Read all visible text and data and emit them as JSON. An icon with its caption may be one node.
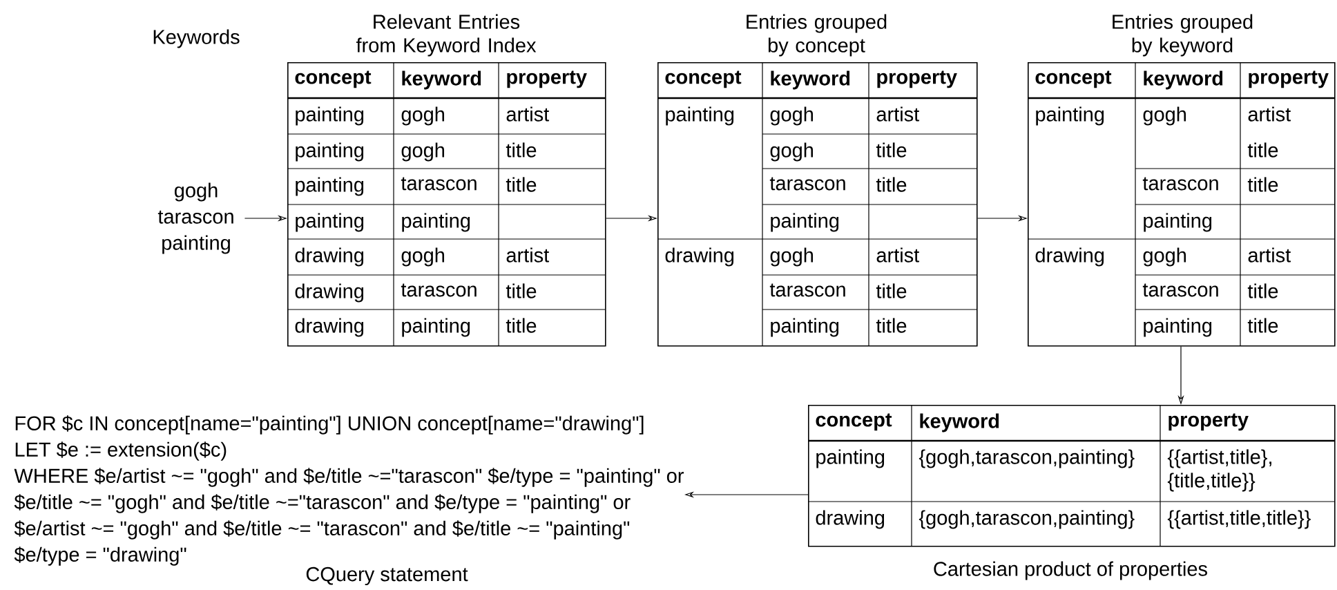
{
  "diagram": {
    "nodes": [
      {
        "text": [
          "Keywords",
          "gogh tarascon painting"
        ]
      },
      {
        "text": [
          "Relevant Entries from Keyword Index",
          "concept",
          "keyword",
          "property",
          "painting",
          "gogh",
          "artist",
          "painting",
          "gogh",
          "title",
          "painting",
          "tarascon",
          "title",
          "painting",
          "painting",
          "drawing",
          "gogh",
          "artist",
          "drawing",
          "tarascon",
          "title",
          "drawing",
          "painting",
          "title"
        ]
      },
      {
        "text": [
          "Entries grouped by concept",
          "concept",
          "keyword",
          "property",
          "painting",
          "gogh",
          "artist",
          "gogh",
          "title",
          "tarascon",
          "title",
          "painting",
          "drawing",
          "gogh",
          "artist",
          "tarascon",
          "title",
          "painting",
          "title"
        ]
      },
      {
        "text": [
          "Entries grouped by keyword",
          "concept",
          "keyword",
          "property",
          "painting",
          "gogh",
          "artist",
          "title",
          "tarascon",
          "title",
          "painting",
          "drawing",
          "gogh",
          "artist",
          "tarascon",
          "title",
          "painting",
          "title"
        ]
      },
      {
        "text": [
          "concept",
          "keyword",
          "property",
          "painting",
          "{gogh,tarascon,painting}",
          "{{artist,title}, {title,title}}",
          "drawing",
          "{gogh,tarascon,painting}",
          "{{artist,title,title}}",
          "Cartesian product of properties"
        ]
      },
      {
        "text": [
          "FOR $c IN concept[name=\"painting\"] UNION concept[name=\"drawing\"]",
          "LET $e := extension($c)",
          "WHERE $e/artist ~= \"gogh\" and $e/title ~=\"tarascon\" $e/type = \"painting\" or",
          "$e/title ~= \"gogh\" and $e/title ~=\"tarascon\"  and $e/type = \"painting\" or",
          "$e/artist ~= \"gogh\" and $e/title ~= \"tarascon\" and $e/title ~= \"painting\"",
          "$e/type = \"drawing\"",
          "CQuery statement"
        ]
      }
    ],
    "edges": [
      {
        "from": 0,
        "to": 1,
        "arrow": "to"
      },
      {
        "from": 1,
        "to": 2,
        "arrow": "to"
      },
      {
        "from": 2,
        "to": 3,
        "arrow": "to"
      },
      {
        "from": 3,
        "to": 4,
        "arrow": "to"
      },
      {
        "from": 4,
        "to": 5,
        "arrow": "to"
      }
    ]
  }
}
